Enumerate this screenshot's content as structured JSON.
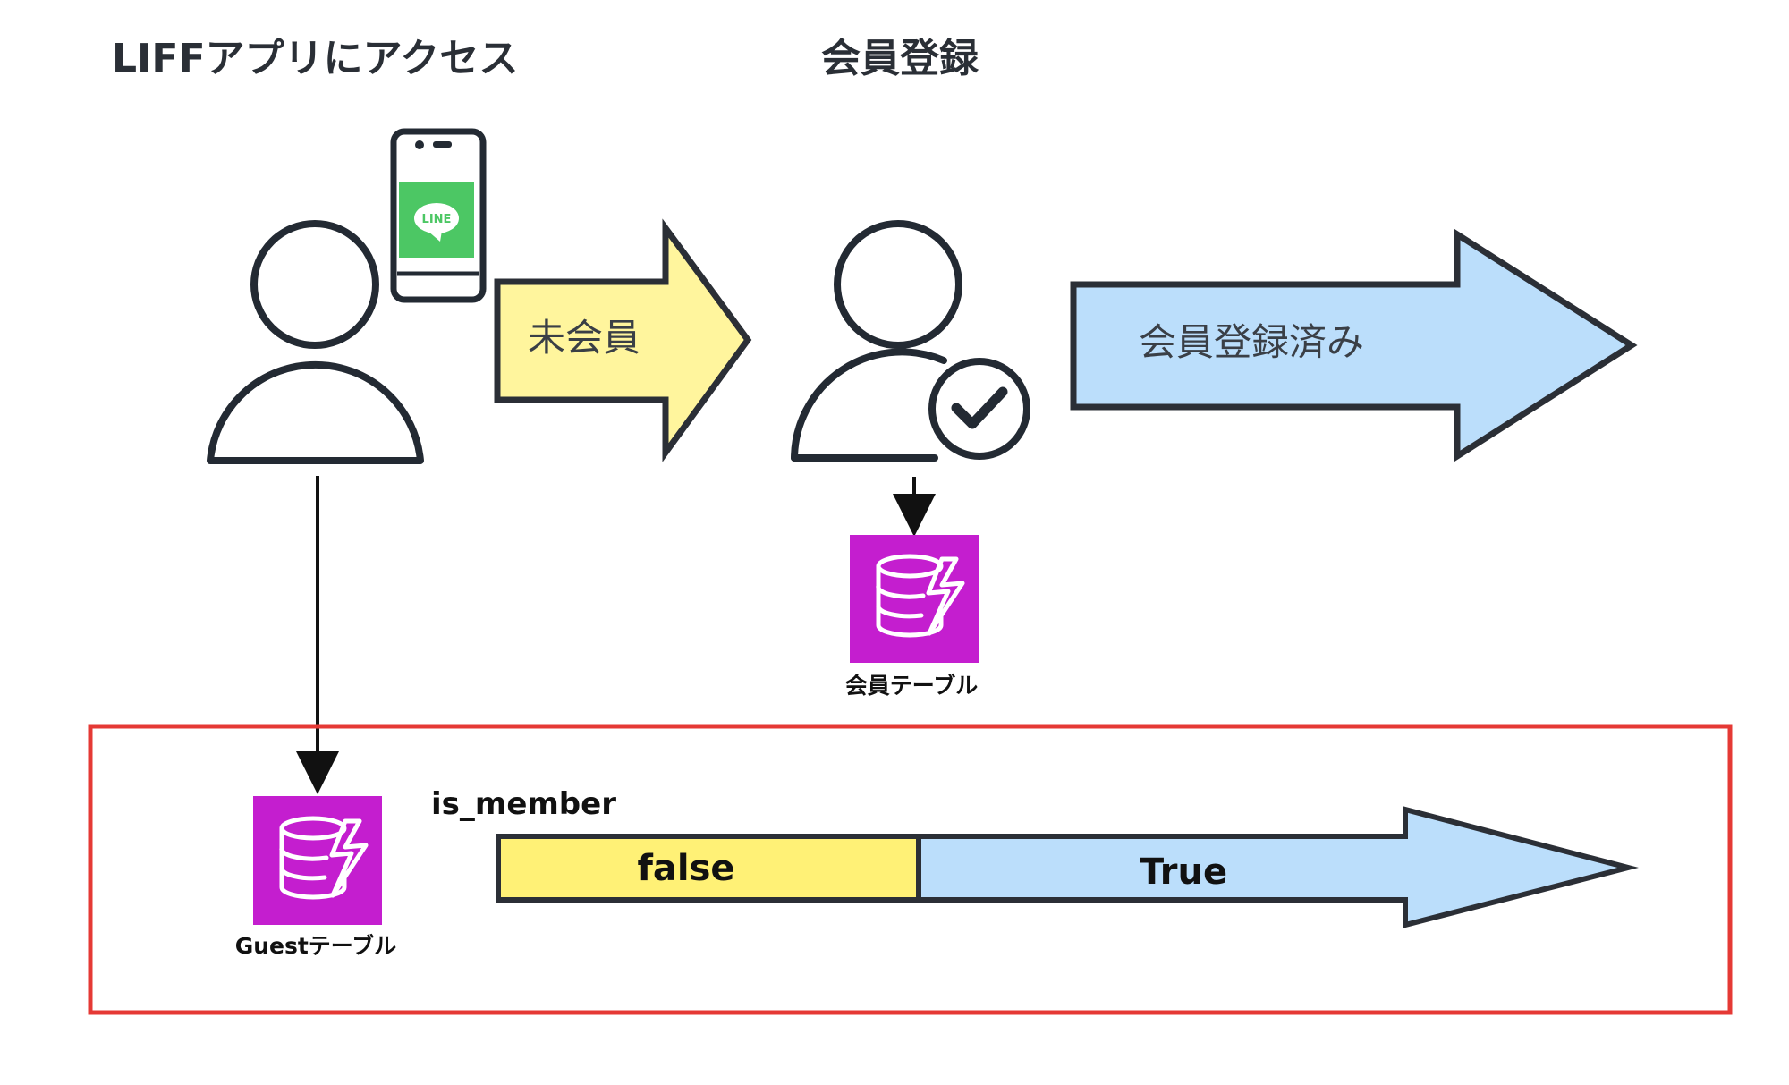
{
  "titles": {
    "liff_access": "LIFFアプリにアクセス",
    "member_registration": "会員登録"
  },
  "arrows": {
    "non_member": "未会員",
    "registered": "会員登録済み"
  },
  "phone": {
    "app_label": "LINE"
  },
  "tables": {
    "member_table": "会員テーブル",
    "guest_table": "Guestテーブル"
  },
  "guest_state": {
    "field_name": "is_member",
    "false_label": "false",
    "true_label": "True"
  },
  "colors": {
    "non_member_fill": "#fff59d",
    "registered_fill": "#bbdefb",
    "false_fill": "#fff176",
    "true_fill": "#bbdefb",
    "database_fill": "#c41ecf",
    "highlight_border": "#e53935",
    "outline": "#232a33",
    "line_green": "#4cc764"
  },
  "icons": {
    "user": "user-icon",
    "phone": "smartphone-icon",
    "verified_user": "user-check-icon",
    "database": "dynamodb-icon"
  }
}
